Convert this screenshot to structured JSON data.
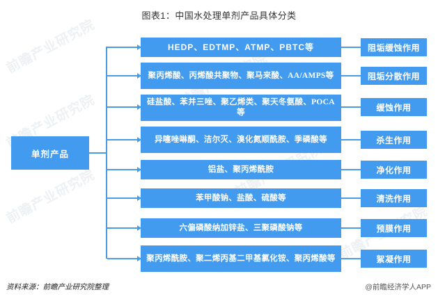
{
  "header": {
    "title": "图表1：中国水处理单剂产品具体分类"
  },
  "colors": {
    "box_fill": "#429BEE",
    "connector": "#4A9CE0",
    "box_text": "#FFFFFF",
    "title_text": "#333333",
    "background": "#FFFFFF",
    "watermark": "#EEF1F4"
  },
  "diagram": {
    "root": {
      "label": "单剂产品"
    },
    "branches": [
      {
        "product": "HEDP、EDTMP、ATMP、PBTC等",
        "effect": "阻垢缓蚀作用",
        "style": "latin"
      },
      {
        "product": "聚丙烯酸、丙烯酸共聚物、聚马来酸、AA/AMPS等",
        "effect": "阻垢分散作用",
        "style": "cjk"
      },
      {
        "product": "硅盐酸、苯并三唑、聚乙烯类、聚天冬氨酸、POCA等",
        "effect": "缓蚀作用",
        "style": "cjk"
      },
      {
        "product": "异噻唑啉酮、洁尔灭、溴化氮顺酰胺、季磷酸等",
        "effect": "杀生作用",
        "style": "cjk"
      },
      {
        "product": "铝盐、聚丙烯酰胺",
        "effect": "净化作用",
        "style": "cjk"
      },
      {
        "product": "苯甲酸钠、盐酸、硫酸等",
        "effect": "清洗作用",
        "style": "cjk"
      },
      {
        "product": "六偏磷酸纳加锌盐、三聚磷酸钠等",
        "effect": "预膜作用",
        "style": "cjk"
      },
      {
        "product": "聚丙烯酰胺、聚二烯丙基二甲基氯化铵、聚丙烯酸等",
        "effect": "絮凝作用",
        "style": "cjk"
      }
    ]
  },
  "footer": {
    "source": "资料来源：前瞻产业研究院整理",
    "credit": "@前瞻经济学人APP"
  },
  "watermarks": [
    "前瞻产业研究院",
    "前瞻产业研究院",
    "前瞻产业研究院",
    "前瞻产业研究院",
    "前瞻产业研究院",
    "前瞻产业研究院"
  ]
}
